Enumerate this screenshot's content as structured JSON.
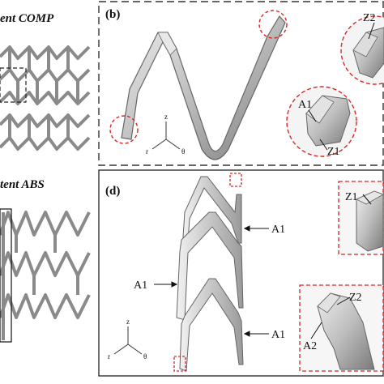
{
  "figure": {
    "top_left_title": "ent COMP",
    "bottom_left_title": "tent ABS",
    "panel_b": {
      "label": "(b)",
      "callouts": [
        "Z2",
        "A1",
        "Z1"
      ],
      "axes": {
        "z": "z",
        "r": "r",
        "theta": "θ"
      }
    },
    "panel_d": {
      "label": "(d)",
      "leader_labels": [
        "A1",
        "A1",
        "A1"
      ],
      "zoom_top": "Z1",
      "zoom_bottom": [
        "Z2",
        "A2"
      ],
      "axes": {
        "z": "z",
        "r": "r",
        "theta": "θ"
      }
    },
    "colors": {
      "metal_light": "#d9d9d9",
      "metal_mid": "#a8a8a8",
      "metal_dark": "#6e6e6e",
      "highlight_red": "#d62728"
    }
  }
}
